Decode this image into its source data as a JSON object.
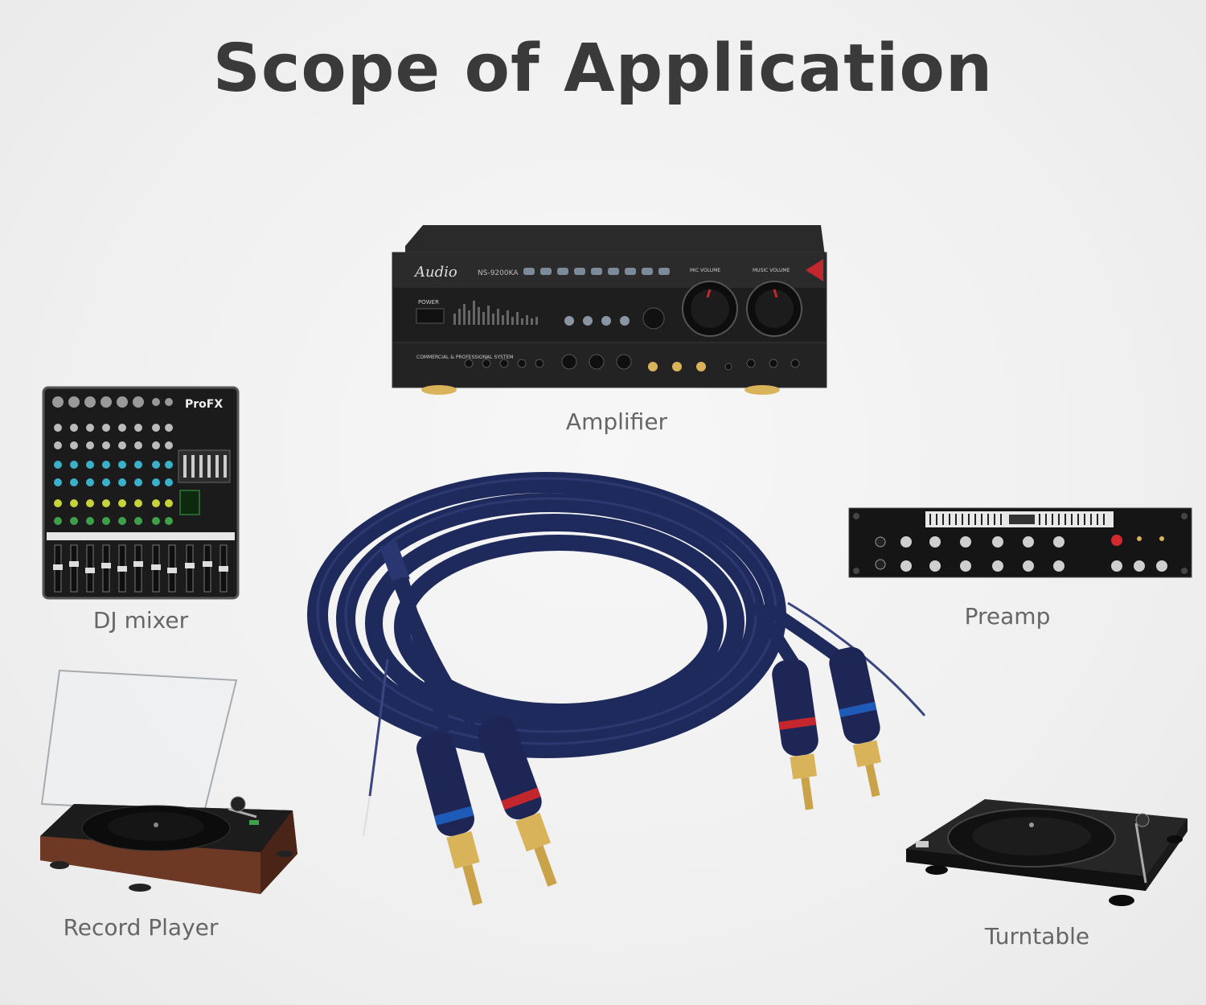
{
  "title": "Scope of Application",
  "devices": {
    "amplifier": {
      "label": "Amplifier",
      "brand": "Audio",
      "model": "NS-9200KA",
      "mic_volume": "MIC VOLUME",
      "music_volume": "MUSIC VOLUME",
      "power": "POWER",
      "system_text": "COMMERCIAL & PROFESSIONAL SYSTEM"
    },
    "dj_mixer": {
      "label": "DJ mixer",
      "brand": "ProFX"
    },
    "preamp": {
      "label": "Preamp"
    },
    "record_player": {
      "label": "Record Player"
    },
    "turntable": {
      "label": "Turntable"
    }
  },
  "colors": {
    "cable": "#1f2a5c",
    "accent_red": "#c4262e",
    "accent_blue": "#1e5bb8",
    "gold": "#d9b35a"
  }
}
